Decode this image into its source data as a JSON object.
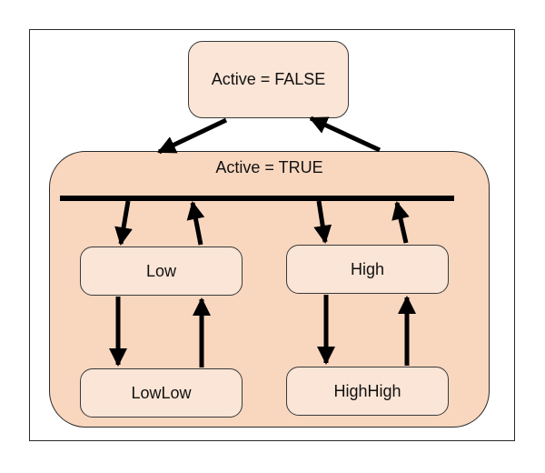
{
  "diagram": {
    "inactive_state": "Active = FALSE",
    "active_state": "Active = TRUE",
    "substates": {
      "low": "Low",
      "lowlow": "LowLow",
      "high": "High",
      "highhigh": "HighHigh"
    }
  }
}
